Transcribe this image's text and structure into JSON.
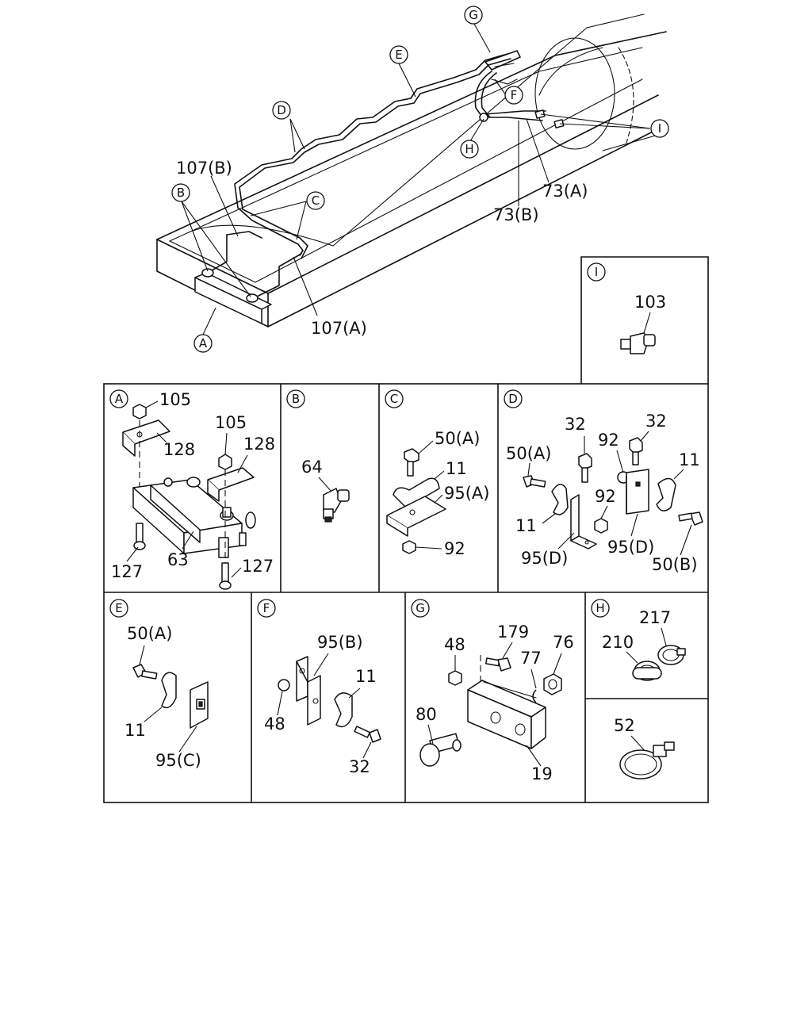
{
  "overview": {
    "callouts": [
      "A",
      "B",
      "C",
      "D",
      "E",
      "F",
      "G",
      "H",
      "I"
    ],
    "labels": {
      "l107b": "107(B)",
      "l107a": "107(A)",
      "l73a": "73(A)",
      "l73b": "73(B)"
    }
  },
  "panels": {
    "I": {
      "id": "I",
      "labels": [
        "103"
      ]
    },
    "A": {
      "id": "A",
      "labels": [
        "105",
        "128",
        "105",
        "128",
        "63",
        "127",
        "127"
      ]
    },
    "B": {
      "id": "B",
      "labels": [
        "64"
      ]
    },
    "C": {
      "id": "C",
      "labels": [
        "50(A)",
        "11",
        "95(A)",
        "92"
      ]
    },
    "D": {
      "id": "D",
      "labels": [
        "32",
        "32",
        "50(A)",
        "92",
        "11",
        "92",
        "11",
        "95(D)",
        "95(D)",
        "50(B)"
      ]
    },
    "E": {
      "id": "E",
      "labels": [
        "50(A)",
        "11",
        "95(C)"
      ]
    },
    "F": {
      "id": "F",
      "labels": [
        "95(B)",
        "11",
        "48",
        "32"
      ]
    },
    "G": {
      "id": "G",
      "labels": [
        "48",
        "179",
        "77",
        "76",
        "80",
        "19"
      ]
    },
    "H": {
      "id": "H",
      "labels": [
        "217",
        "210"
      ]
    },
    "Z": {
      "labels": [
        "52"
      ]
    }
  }
}
